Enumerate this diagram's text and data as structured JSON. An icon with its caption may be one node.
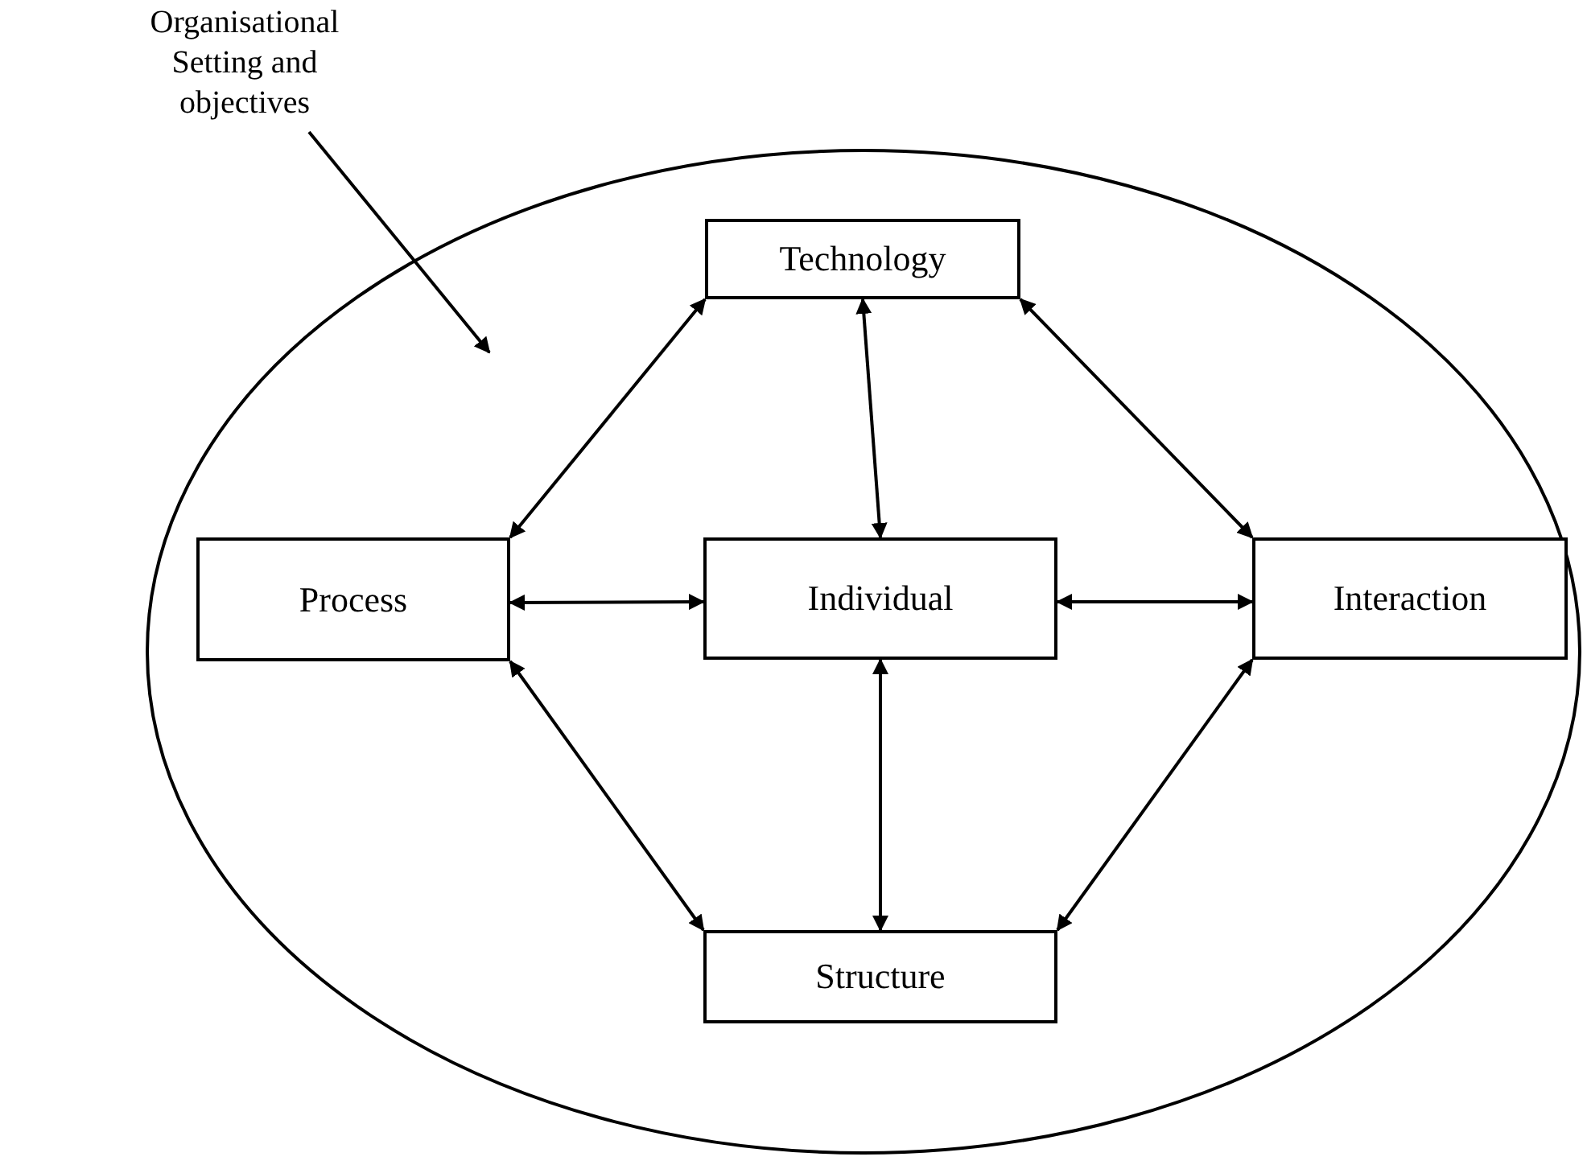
{
  "diagram": {
    "nodes": [
      {
        "text": [
          "Organisational Setting and objectives"
        ]
      },
      {
        "text": [],
        "shape": "ellipse"
      },
      {
        "text": [
          "Technology"
        ],
        "in": 1
      },
      {
        "text": [
          "Process"
        ],
        "in": 1
      },
      {
        "text": [
          "Individual"
        ],
        "in": 1
      },
      {
        "text": [
          "Interaction"
        ],
        "in": 1
      },
      {
        "text": [
          "Structure"
        ],
        "in": 1
      }
    ],
    "edges": [
      {
        "from": 0,
        "to": 1,
        "arrow": "to"
      },
      {
        "from": 2,
        "to": 3,
        "arrow": "both"
      },
      {
        "from": 2,
        "to": 4,
        "arrow": "both"
      },
      {
        "from": 2,
        "to": 5,
        "arrow": "both"
      },
      {
        "from": 3,
        "to": 4,
        "arrow": "both"
      },
      {
        "from": 4,
        "to": 5,
        "arrow": "both"
      },
      {
        "from": 3,
        "to": 6,
        "arrow": "both"
      },
      {
        "from": 4,
        "to": 6,
        "arrow": "both"
      },
      {
        "from": 5,
        "to": 6,
        "arrow": "both"
      }
    ]
  }
}
